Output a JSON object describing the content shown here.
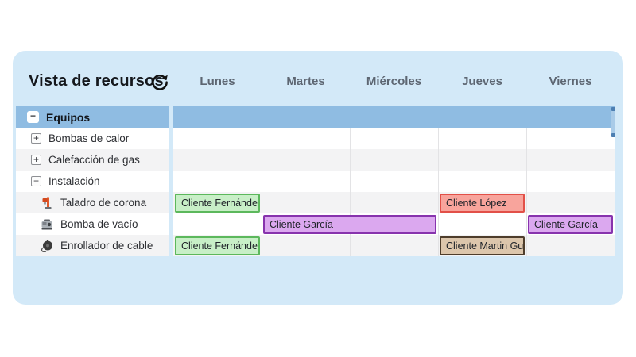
{
  "header": {
    "title": "Vista de recursos",
    "refresh_icon": "refresh-icon"
  },
  "days": [
    "Lunes",
    "Martes",
    "Miércoles",
    "Jueves",
    "Viernes"
  ],
  "tree": {
    "group": {
      "label": "Equipos",
      "expander": "−",
      "state": "expanded"
    },
    "items": [
      {
        "label": "Bombas de calor",
        "expander": "+",
        "icon": null
      },
      {
        "label": "Calefacción de gas",
        "expander": "+",
        "icon": null
      },
      {
        "label": "Instalación",
        "expander": "−",
        "icon": null
      },
      {
        "label": "Taladro de corona",
        "expander": null,
        "icon": "core-drill-icon"
      },
      {
        "label": "Bomba de vacío",
        "expander": null,
        "icon": "vacuum-pump-icon"
      },
      {
        "label": "Enrollador de cable",
        "expander": null,
        "icon": "cable-reel-icon"
      }
    ]
  },
  "schedule": {
    "rows": [
      "Equipos",
      "Bombas de calor",
      "Calefacción de gas",
      "Instalación",
      "Taladro de corona",
      "Bomba de vacío",
      "Enrollador de cable"
    ],
    "bars": [
      {
        "row": "Taladro de corona",
        "label": "Cliente Fernández",
        "day_start": "Lunes",
        "span_days": 1,
        "fill": "#c8efc7",
        "border": "#5cb85c"
      },
      {
        "row": "Taladro de corona",
        "label": "Cliente López",
        "day_start": "Jueves",
        "span_days": 1,
        "fill": "#f8a49c",
        "border": "#e25048"
      },
      {
        "row": "Bomba de vacío",
        "label": "Cliente García",
        "day_start": "Martes",
        "span_days": 2,
        "fill": "#dba8ef",
        "border": "#8733ad"
      },
      {
        "row": "Bomba de vacío",
        "label": "Cliente García",
        "day_start": "Viernes",
        "span_days": 1,
        "fill": "#dba8ef",
        "border": "#8733ad"
      },
      {
        "row": "Enrollador de cable",
        "label": "Cliente Fernández",
        "day_start": "Lunes",
        "span_days": 1,
        "fill": "#c8efc7",
        "border": "#5cb85c"
      },
      {
        "row": "Enrollador de cable",
        "label": "Cliente Martin Guard",
        "day_start": "Jueves",
        "span_days": 1,
        "fill": "#dcc6ac",
        "border": "#4e3d2b"
      }
    ]
  },
  "colors": {
    "card_background": "#d3e9f8",
    "group_row": "#8fbce2",
    "stripe_row": "#f3f3f4",
    "plain_row": "#ffffff",
    "day_text": "#5d6672",
    "gridline": "#e3e3e5"
  }
}
